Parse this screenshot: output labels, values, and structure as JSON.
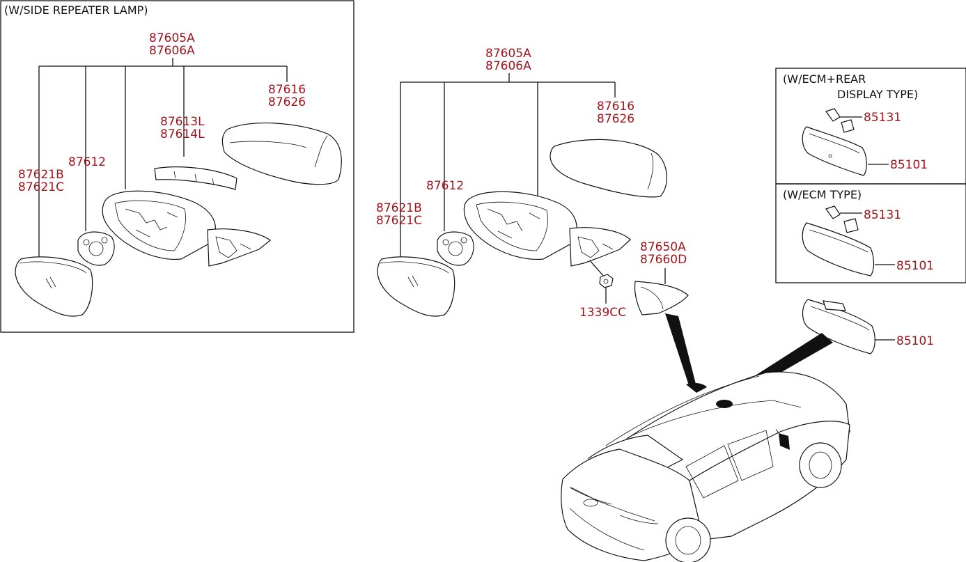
{
  "boxes": {
    "side_repeater": "(W/SIDE REPEATER LAMP)",
    "ecm_rear_line1": "(W/ECM+REAR",
    "ecm_rear_line2": "DISPLAY TYPE)",
    "ecm_type": "(W/ECM TYPE)"
  },
  "left": {
    "assy_a": "87605A",
    "assy_b": "87606A",
    "cover_a": "87616",
    "cover_b": "87626",
    "lamp_a": "87613L",
    "lamp_b": "87614L",
    "actuator": "87612",
    "glass_a": "87621B",
    "glass_b": "87621C"
  },
  "center": {
    "assy_a": "87605A",
    "assy_b": "87606A",
    "cover_a": "87616",
    "cover_b": "87626",
    "actuator": "87612",
    "glass_a": "87621B",
    "glass_b": "87621C",
    "garnish_a": "87650A",
    "garnish_b": "87660D",
    "nut": "1339CC"
  },
  "right": {
    "ecm_rear_bracket": "85131",
    "ecm_rear_mirror": "85101",
    "ecm_bracket": "85131",
    "ecm_mirror": "85101",
    "mirror": "85101"
  }
}
